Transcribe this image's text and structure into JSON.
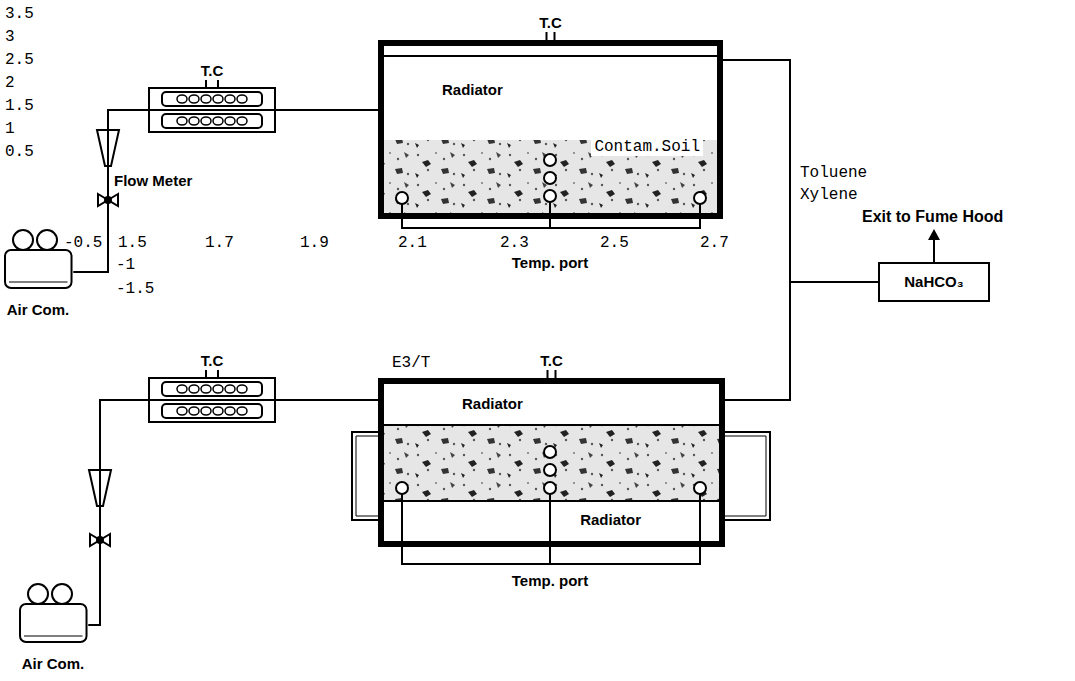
{
  "diagram": {
    "nodes": [
      {
        "text": [
          "Air Com."
        ]
      },
      {
        "text": [
          "T.C"
        ]
      },
      {
        "text": [
          "T.C"
        ]
      },
      {
        "text": [
          "Radiator"
        ],
        "in": 2
      },
      {
        "text": [
          "Contam.Soil"
        ],
        "in": 2
      },
      {
        "text": [
          "NaHCO₃"
        ]
      },
      {
        "text": [
          "Air Com."
        ]
      },
      {
        "text": [
          "T.C"
        ]
      },
      {
        "text": [
          "T.C"
        ]
      },
      {
        "text": [
          "Radiator"
        ],
        "in": 8
      },
      {
        "text": [
          "Radiator"
        ],
        "in": 8
      }
    ],
    "edges": [
      {
        "from": 0,
        "to": 1,
        "arrow": "none"
      },
      {
        "from": 1,
        "to": 2,
        "arrow": "none"
      },
      {
        "from": 2,
        "to": 5,
        "arrow": "none"
      },
      {
        "from": 6,
        "to": 7,
        "arrow": "none"
      },
      {
        "from": 7,
        "to": 8,
        "arrow": "none"
      },
      {
        "from": 8,
        "to": 5,
        "arrow": "none"
      }
    ],
    "labels": [
      "3.5",
      "3",
      "2.5",
      "2",
      "1.5",
      "1",
      "0.5",
      "-0.5",
      "-1",
      "-1.5",
      "1.5",
      "1.7",
      "1.9",
      "2.1",
      "2.3",
      "2.5",
      "2.7",
      "Flow Meter",
      "Toluene",
      "Xylene",
      "Exit to Fume Hood",
      "Temp. port",
      "E3/T",
      "Temp. port"
    ]
  }
}
